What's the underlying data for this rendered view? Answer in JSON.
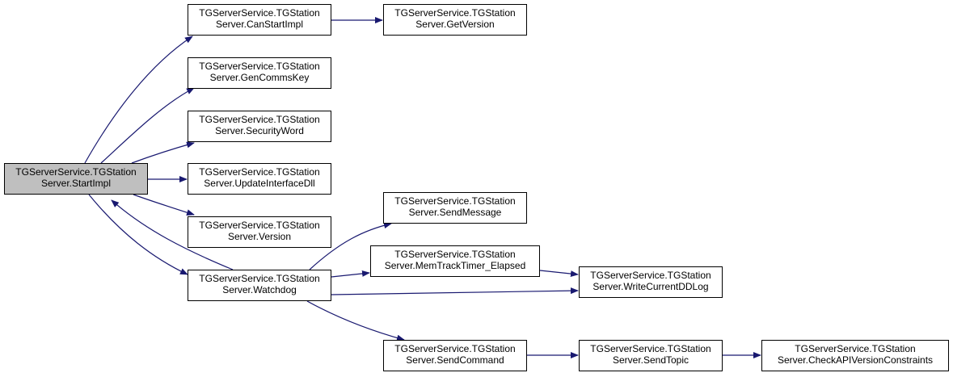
{
  "colors": {
    "edge": "#191970",
    "node_border": "#000000",
    "root_fill": "#bfbfbf",
    "node_fill": "#ffffff"
  },
  "nodes": {
    "startimpl": {
      "line1": "TGServerService.TGStation",
      "line2": "Server.StartImpl"
    },
    "canstartimpl": {
      "line1": "TGServerService.TGStation",
      "line2": "Server.CanStartImpl"
    },
    "getversion": {
      "line1": "TGServerService.TGStation",
      "line2": "Server.GetVersion"
    },
    "gencommskey": {
      "line1": "TGServerService.TGStation",
      "line2": "Server.GenCommsKey"
    },
    "securityword": {
      "line1": "TGServerService.TGStation",
      "line2": "Server.SecurityWord"
    },
    "updateinterfacedll": {
      "line1": "TGServerService.TGStation",
      "line2": "Server.UpdateInterfaceDll"
    },
    "version": {
      "line1": "TGServerService.TGStation",
      "line2": "Server.Version"
    },
    "watchdog": {
      "line1": "TGServerService.TGStation",
      "line2": "Server.Watchdog"
    },
    "sendmessage": {
      "line1": "TGServerService.TGStation",
      "line2": "Server.SendMessage"
    },
    "memtracktimer": {
      "line1": "TGServerService.TGStation",
      "line2": "Server.MemTrackTimer_Elapsed"
    },
    "writecurrentddlog": {
      "line1": "TGServerService.TGStation",
      "line2": "Server.WriteCurrentDDLog"
    },
    "sendcommand": {
      "line1": "TGServerService.TGStation",
      "line2": "Server.SendCommand"
    },
    "sendtopic": {
      "line1": "TGServerService.TGStation",
      "line2": "Server.SendTopic"
    },
    "checkapiversion": {
      "line1": "TGServerService.TGStation",
      "line2": "Server.CheckAPIVersionConstraints"
    }
  },
  "edges": [
    [
      "startimpl",
      "canstartimpl"
    ],
    [
      "startimpl",
      "gencommskey"
    ],
    [
      "startimpl",
      "securityword"
    ],
    [
      "startimpl",
      "updateinterfacedll"
    ],
    [
      "startimpl",
      "version"
    ],
    [
      "startimpl",
      "watchdog"
    ],
    [
      "watchdog",
      "startimpl"
    ],
    [
      "canstartimpl",
      "getversion"
    ],
    [
      "watchdog",
      "sendmessage"
    ],
    [
      "watchdog",
      "memtracktimer"
    ],
    [
      "watchdog",
      "writecurrentddlog"
    ],
    [
      "watchdog",
      "sendcommand"
    ],
    [
      "memtracktimer",
      "writecurrentddlog"
    ],
    [
      "sendcommand",
      "sendtopic"
    ],
    [
      "sendtopic",
      "checkapiversion"
    ]
  ]
}
